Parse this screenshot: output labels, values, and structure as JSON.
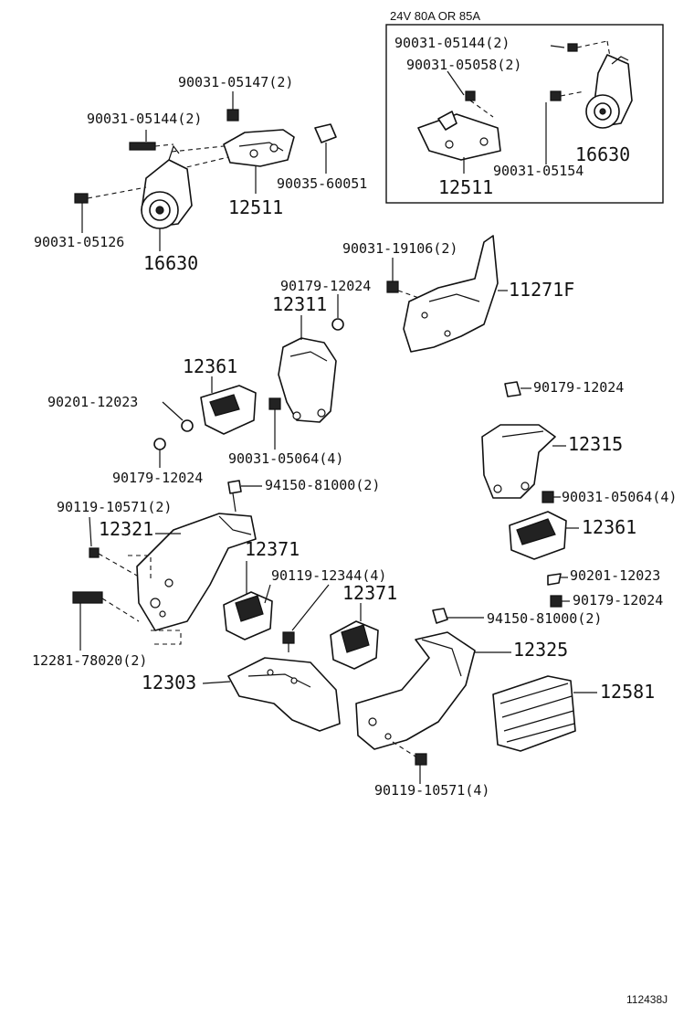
{
  "inset": {
    "title": "24V 80A OR 85A",
    "labels": {
      "bolt_a": "90031-05144(2)",
      "bolt_b": "90031-05058(2)",
      "bolt_c": "90031-05154",
      "alternator": "16630",
      "bracket": "12511"
    }
  },
  "labels": {
    "bolt_05147": "90031-05147(2)",
    "bolt_05144": "90031-05144(2)",
    "cap_60051": "90035-60051",
    "bracket_12511": "12511",
    "bolt_05126": "90031-05126",
    "alt_16630": "16630",
    "bolt_19106": "90031-19106(2)",
    "nut_12024_a": "90179-12024",
    "part_12311": "12311",
    "part_11271f": "11271F",
    "part_12361_a": "12361",
    "washer_12023_a": "90201-12023",
    "nut_12024_b": "90179-12024",
    "bolt_05064_a": "90031-05064(4)",
    "nut_81000_a": "94150-81000(2)",
    "bolt_10571_a": "90119-10571(2)",
    "part_12321": "12321",
    "part_12371_a": "12371",
    "bolt_12344": "90119-12344(4)",
    "part_12371_b": "12371",
    "bolt_78020": "12281-78020(2)",
    "part_12303": "12303",
    "nut_12024_c": "90179-12024",
    "part_12315": "12315",
    "bolt_05064_b": "90031-05064(4)",
    "part_12361_b": "12361",
    "washer_12023_b": "90201-12023",
    "nut_12024_d": "90179-12024",
    "nut_81000_b": "94150-81000(2)",
    "part_12325": "12325",
    "part_12581": "12581",
    "bolt_10571_b": "90119-10571(4)",
    "ref_code": "112438J"
  }
}
